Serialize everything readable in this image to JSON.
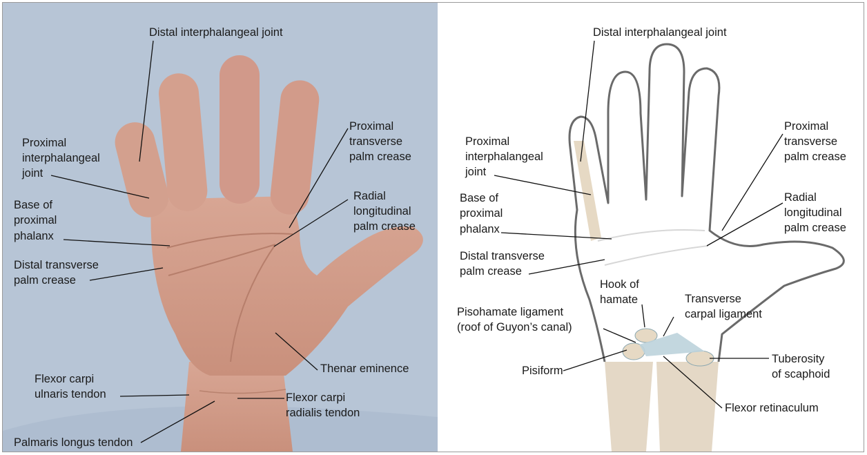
{
  "photo_panel": {
    "labels": {
      "distal_ip_joint": "Distal interphalangeal joint",
      "proximal_ip_joint": [
        "Proximal",
        "interphalangeal",
        "joint"
      ],
      "base_proximal_phalanx": [
        "Base of",
        "proximal",
        "phalanx"
      ],
      "distal_transverse_crease": [
        "Distal transverse",
        "palm crease"
      ],
      "proximal_transverse_crease": [
        "Proximal",
        "transverse",
        "palm crease"
      ],
      "radial_longitudinal_crease": [
        "Radial",
        "longitudinal",
        "palm crease"
      ],
      "thenar_eminence": "Thenar eminence",
      "fcu_tendon": [
        "Flexor carpi",
        "ulnaris tendon"
      ],
      "fcr_tendon": [
        "Flexor carpi",
        "radialis tendon"
      ],
      "palmaris_longus": "Palmaris longus tendon"
    }
  },
  "drawing_panel": {
    "labels": {
      "distal_ip_joint": "Distal interphalangeal joint",
      "proximal_ip_joint": [
        "Proximal",
        "interphalangeal",
        "joint"
      ],
      "base_proximal_phalanx": [
        "Base of",
        "proximal",
        "phalanx"
      ],
      "distal_transverse_crease": [
        "Distal transverse",
        "palm crease"
      ],
      "proximal_transverse_crease": [
        "Proximal",
        "transverse",
        "palm crease"
      ],
      "radial_longitudinal_crease": [
        "Radial",
        "longitudinal",
        "palm crease"
      ],
      "hook_of_hamate": [
        "Hook of",
        "hamate"
      ],
      "transverse_carpal_ligament": [
        "Transverse",
        "carpal ligament"
      ],
      "pisohamate_ligament": [
        "Pisohamate ligament",
        "(roof of Guyon’s canal)"
      ],
      "pisiform": "Pisiform",
      "tuberosity_scaphoid": [
        "Tuberosity",
        "of scaphoid"
      ],
      "flexor_retinaculum": "Flexor retinaculum"
    }
  }
}
